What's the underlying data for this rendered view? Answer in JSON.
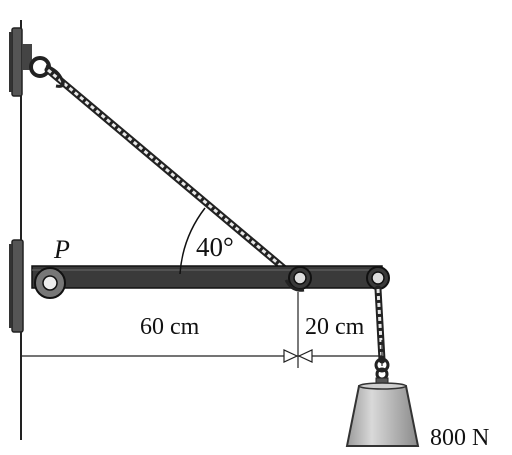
{
  "diagram": {
    "point_label": "P",
    "angle_label": "40°",
    "dim_left": "60 cm",
    "dim_right": "20 cm",
    "weight_label": "800 N"
  },
  "colors": {
    "ink": "#111111",
    "beam": "#3a3a3a",
    "plate": "#555555",
    "rope_light": "#e8e8e8",
    "weight_fill": "#b8b8b8",
    "weight_stroke": "#333333"
  },
  "icons": {
    "dimension_arrow": "triangle-arrowhead",
    "pivot": "pin-joint",
    "eyelet": "ring"
  }
}
